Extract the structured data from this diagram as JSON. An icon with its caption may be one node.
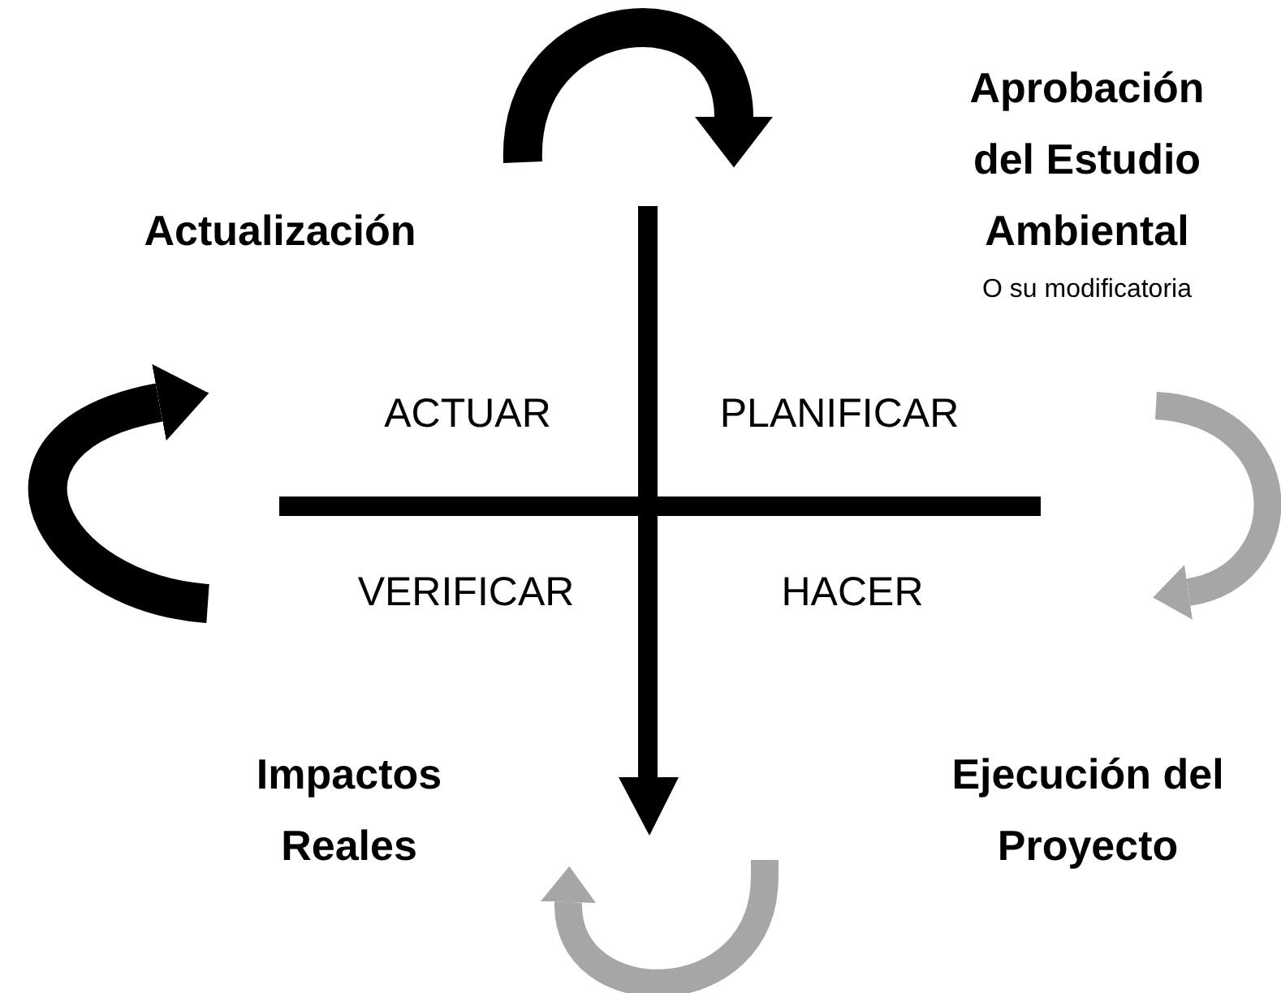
{
  "diagram": {
    "nodes": [
      {
        "text": [
          "Actualización"
        ]
      },
      {
        "text": [
          "Aprobación del Estudio Ambiental"
        ],
        "beside": [
          "O su modificatoria"
        ]
      },
      {
        "text": [
          "Ejecución del Proyecto"
        ]
      },
      {
        "text": [
          "Impactos Reales"
        ]
      }
    ],
    "labels": [
      "ACTUAR",
      "PLANIFICAR",
      "VERIFICAR",
      "HACER"
    ]
  }
}
